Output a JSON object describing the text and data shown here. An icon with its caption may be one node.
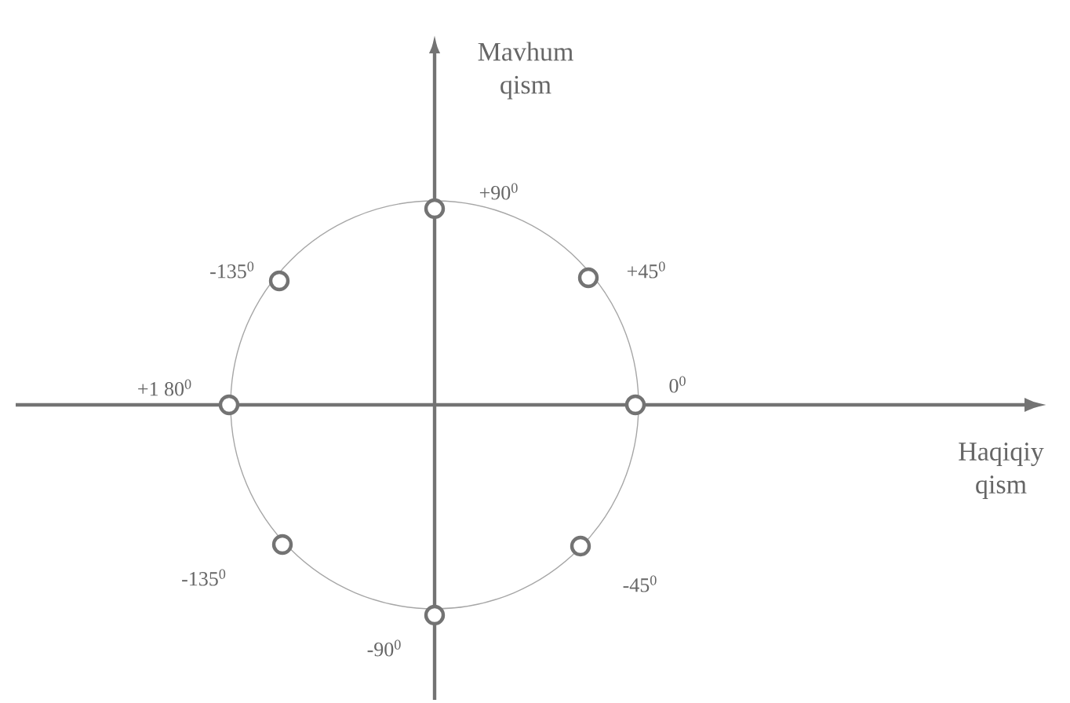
{
  "diagram": {
    "nodes": [
      {
        "text": [],
        "shape": "circle",
        "beside": [
          "+90$^{0}$"
        ]
      },
      {
        "text": [],
        "shape": "circle",
        "beside": [
          "-135$^{0}$"
        ]
      },
      {
        "text": [],
        "shape": "circle",
        "beside": [
          "+45$^{0}$"
        ]
      },
      {
        "text": [],
        "shape": "circle",
        "beside": [
          "+1 80$^{0}$"
        ]
      },
      {
        "text": [],
        "shape": "circle",
        "beside": [
          "0$^{0}$"
        ]
      },
      {
        "text": [],
        "shape": "circle",
        "beside": [
          "-135$^{0}$"
        ]
      },
      {
        "text": [],
        "shape": "circle",
        "beside": [
          "-45$^{0}$"
        ]
      },
      {
        "text": [],
        "shape": "circle",
        "beside": [
          "-90$^{0}$"
        ]
      }
    ],
    "labels": [
      "Mavhum qism",
      "Haqiqiy qism"
    ]
  }
}
